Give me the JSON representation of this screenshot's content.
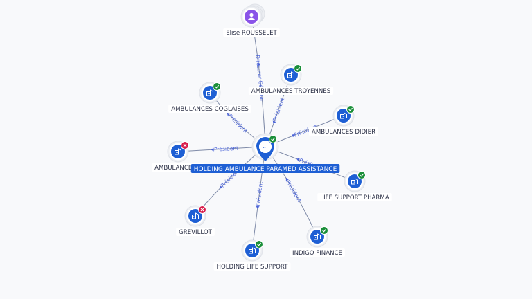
{
  "colors": {
    "company": "#1e5fd4",
    "person": "#8a54e8",
    "active": "#1b8f3a",
    "inactive": "#d81b4a",
    "edge_label": "#4a63d8"
  },
  "center": {
    "id": "holding",
    "label": "HOLDING AMBULANCE PARAMED ASSISTANCE",
    "icon": "building-icon",
    "status": "active"
  },
  "nodes": [
    {
      "id": "elise",
      "label": "Elise ROUSSELET",
      "type": "person",
      "icon": "person-icon",
      "status": "none"
    },
    {
      "id": "troyennes",
      "label": "AMBULANCES TROYENNES",
      "type": "company",
      "icon": "building-icon",
      "status": "active"
    },
    {
      "id": "coglaises",
      "label": "AMBULANCES COGLAISES",
      "type": "company",
      "icon": "building-icon",
      "status": "active"
    },
    {
      "id": "didier",
      "label": "AMBULANCES DIDIER",
      "type": "company",
      "icon": "building-icon",
      "status": "active"
    },
    {
      "id": "ambs",
      "label": "AMBULANCES S",
      "type": "company",
      "icon": "building-icon",
      "status": "inactive"
    },
    {
      "id": "lifepharma",
      "label": "LIFE SUPPORT PHARMA",
      "type": "company",
      "icon": "building-icon",
      "status": "active"
    },
    {
      "id": "grevillot",
      "label": "GREVILLOT",
      "type": "company",
      "icon": "building-icon",
      "status": "inactive"
    },
    {
      "id": "indigo",
      "label": "INDIGO FINANCE",
      "type": "company",
      "icon": "building-icon",
      "status": "active"
    },
    {
      "id": "holdinglife",
      "label": "HOLDING LIFE SUPPORT",
      "type": "company",
      "icon": "building-icon",
      "status": "active"
    }
  ],
  "edges": [
    {
      "from": "elise",
      "to": "holding",
      "label": "Directeur Général"
    },
    {
      "from": "holding",
      "to": "troyennes",
      "label": "Président"
    },
    {
      "from": "holding",
      "to": "coglaises",
      "label": "Président"
    },
    {
      "from": "holding",
      "to": "didier",
      "label": "Président"
    },
    {
      "from": "holding",
      "to": "ambs",
      "label": "Président"
    },
    {
      "from": "holding",
      "to": "lifepharma",
      "label": "Président"
    },
    {
      "from": "holding",
      "to": "grevillot",
      "label": "Président"
    },
    {
      "from": "holding",
      "to": "indigo",
      "label": "Président"
    },
    {
      "from": "holding",
      "to": "holdinglife",
      "label": "Président"
    }
  ]
}
